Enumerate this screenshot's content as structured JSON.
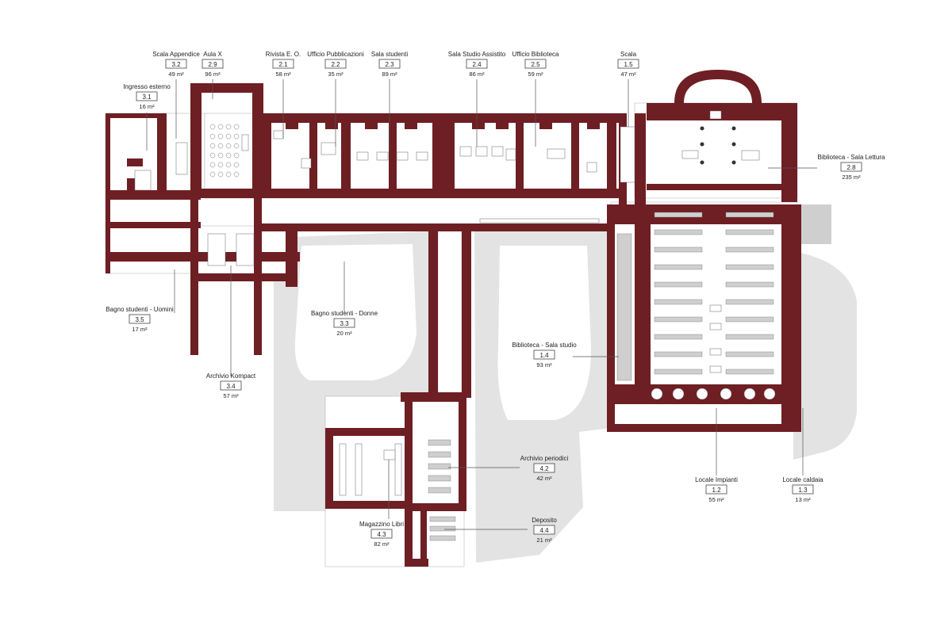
{
  "rooms": [
    {
      "id": "r32",
      "name": "Scala Appendice",
      "code": "3.2",
      "area": "49 m²"
    },
    {
      "id": "r29",
      "name": "Aula X",
      "code": "2.9",
      "area": "96 m²"
    },
    {
      "id": "r31",
      "name": "Ingresso esterno",
      "code": "3.1",
      "area": "16 m²"
    },
    {
      "id": "r21",
      "name": "Rivista E. O.",
      "code": "2.1",
      "area": "58 m²"
    },
    {
      "id": "r22",
      "name": "Ufficio Pubblicazioni",
      "code": "2.2",
      "area": "35 m²"
    },
    {
      "id": "r23",
      "name": "Sala studenti",
      "code": "2.3",
      "area": "89 m²"
    },
    {
      "id": "r24",
      "name": "Sala Studio Assistito",
      "code": "2.4",
      "area": "86 m²"
    },
    {
      "id": "r25",
      "name": "Ufficio Biblioteca",
      "code": "2.5",
      "area": "59 m²"
    },
    {
      "id": "r15",
      "name": "Scala",
      "code": "1.5",
      "area": "47 m²"
    },
    {
      "id": "r28",
      "name": "Biblioteca - Sala Lettura",
      "code": "2.8",
      "area": "235 m²"
    },
    {
      "id": "r35",
      "name": "Bagno studenti - Uomini",
      "code": "3.5",
      "area": "17 m²"
    },
    {
      "id": "r33",
      "name": "Bagno studenti - Donne",
      "code": "3.3",
      "area": "20 m²"
    },
    {
      "id": "r34",
      "name": "Archivio Kompact",
      "code": "3.4",
      "area": "57 m²"
    },
    {
      "id": "r14",
      "name": "Biblioteca - Sala studio",
      "code": "1.4",
      "area": "93 m²"
    },
    {
      "id": "r42",
      "name": "Archivio periodici",
      "code": "4.2",
      "area": "42 m²"
    },
    {
      "id": "r44",
      "name": "Deposito",
      "code": "4.4",
      "area": "21 m²"
    },
    {
      "id": "r43",
      "name": "Magazzino Libri",
      "code": "4.3",
      "area": "82 m²"
    },
    {
      "id": "r12",
      "name": "Locale Impianti",
      "code": "1.2",
      "area": "55 m²"
    },
    {
      "id": "r13",
      "name": "Locale caldaia",
      "code": "1.3",
      "area": "13 m²"
    }
  ],
  "colors": {
    "wall": "#6e1f24",
    "ground": "#e3e3e3",
    "background": "#ffffff"
  }
}
